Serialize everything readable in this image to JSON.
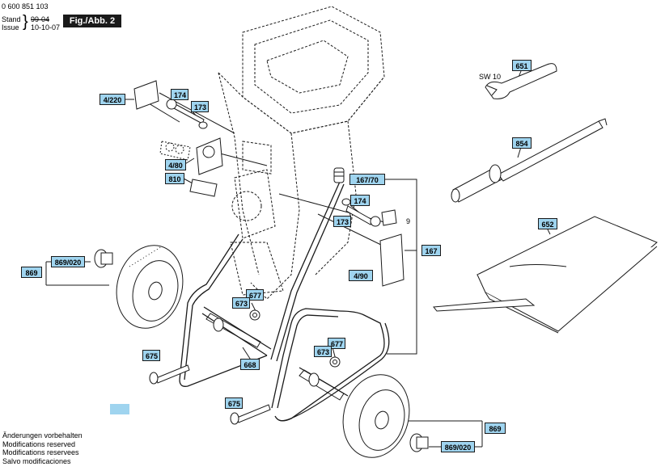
{
  "doc_number": "0 600 851 103",
  "stand_label": "Stand",
  "stand_old": "99-04",
  "issue_label": "Issue",
  "issue_date": "10-10-07",
  "figure_label": "Fig./Abb. 2",
  "wrench_size": "SW 10",
  "footer": {
    "line1": "Änderungen vorbehalten",
    "line2": "Modifications reserved",
    "line3": "Modifications reservees",
    "line4": "Salvo modificaciones"
  },
  "parts": {
    "p4_220": "4/220",
    "p174a": "174",
    "p173a": "173",
    "p4_80": "4/80",
    "p810": "810",
    "p167_70": "167/70",
    "p174b": "174",
    "p173b": "173",
    "p9": "9",
    "p167": "167",
    "p4_90": "4/90",
    "p869a": "869",
    "p869_020a": "869/020",
    "p677a": "677",
    "p673a": "673",
    "p675a": "675",
    "p668": "668",
    "p677b": "677",
    "p673b": "673",
    "p675b": "675",
    "p869b": "869",
    "p869_020b": "869/020",
    "p651": "651",
    "p854": "854",
    "p652": "652"
  },
  "colors": {
    "label_fill": "#9fd4ef",
    "line": "#1a1a1a"
  }
}
